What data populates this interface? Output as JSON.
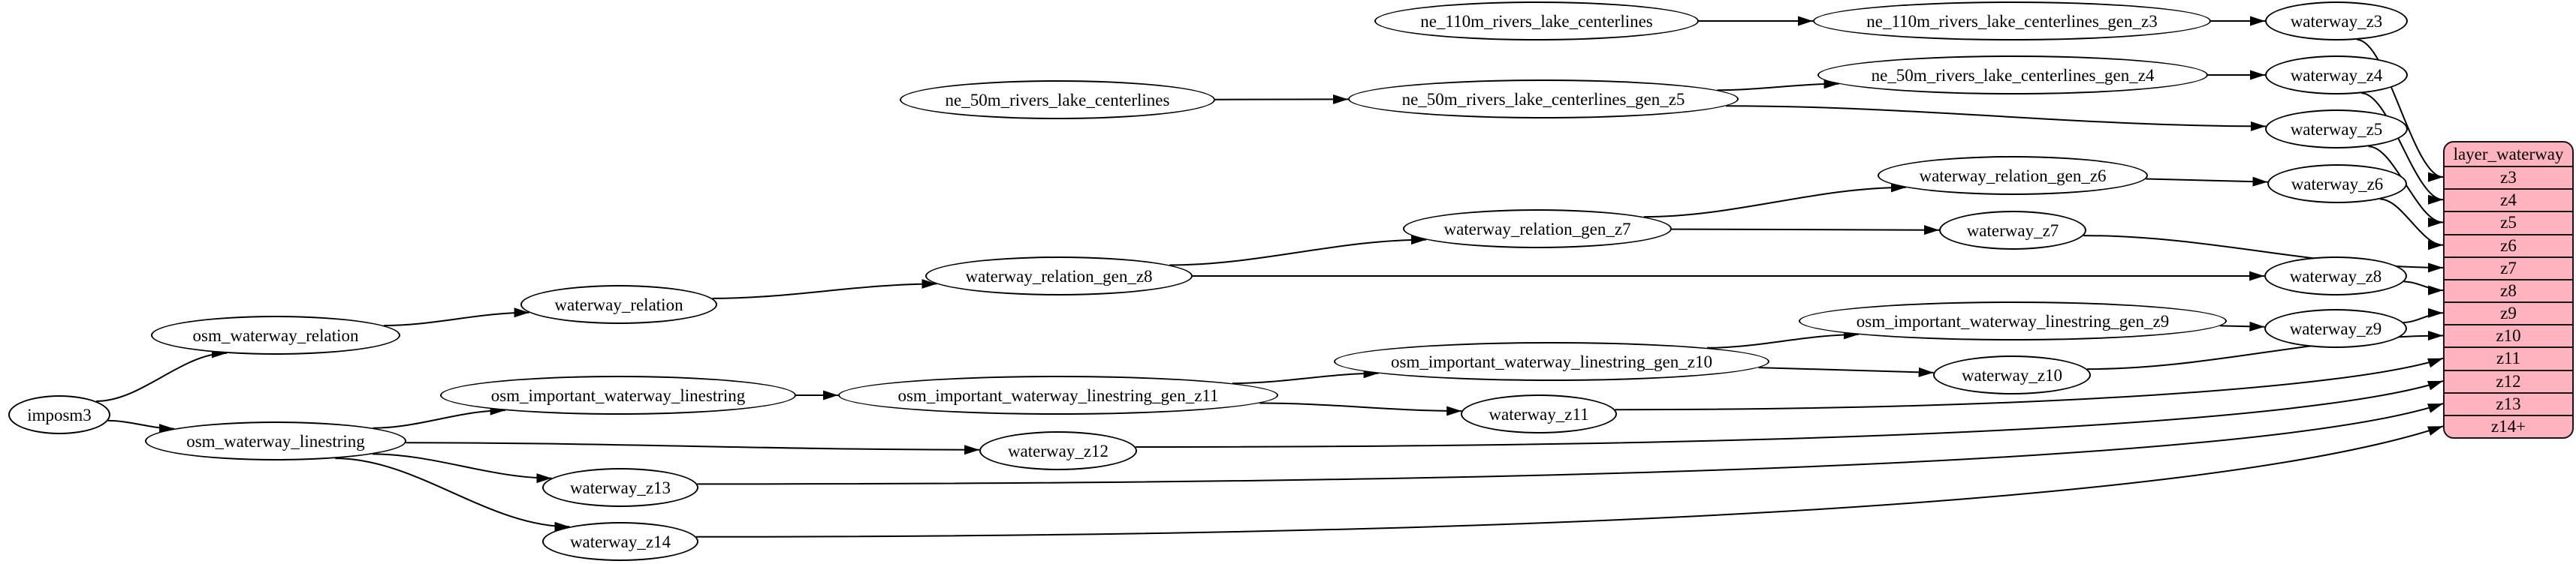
{
  "diagram": {
    "colors": {
      "background": "#ffffff",
      "node_fill": "#ffffff",
      "node_stroke": "#000000",
      "edge": "#000000"
    },
    "nodes": [
      {
        "id": "imposm3",
        "label": "imposm3"
      },
      {
        "id": "osm_waterway_relation",
        "label": "osm_waterway_relation"
      },
      {
        "id": "osm_waterway_linestring",
        "label": "osm_waterway_linestring"
      },
      {
        "id": "waterway_relation",
        "label": "waterway_relation"
      },
      {
        "id": "osm_important_waterway_linestring",
        "label": "osm_important_waterway_linestring"
      },
      {
        "id": "waterway_z13",
        "label": "waterway_z13"
      },
      {
        "id": "waterway_z14",
        "label": "waterway_z14"
      },
      {
        "id": "ne_50m_rivers_lake_centerlines",
        "label": "ne_50m_rivers_lake_centerlines"
      },
      {
        "id": "waterway_relation_gen_z8",
        "label": "waterway_relation_gen_z8"
      },
      {
        "id": "osm_important_waterway_linestring_gen_z11",
        "label": "osm_important_waterway_linestring_gen_z11"
      },
      {
        "id": "waterway_z12",
        "label": "waterway_z12"
      },
      {
        "id": "ne_110m_rivers_lake_centerlines",
        "label": "ne_110m_rivers_lake_centerlines"
      },
      {
        "id": "ne_50m_rivers_lake_centerlines_gen_z5",
        "label": "ne_50m_rivers_lake_centerlines_gen_z5"
      },
      {
        "id": "waterway_relation_gen_z7",
        "label": "waterway_relation_gen_z7"
      },
      {
        "id": "osm_important_waterway_linestring_gen_z10",
        "label": "osm_important_waterway_linestring_gen_z10"
      },
      {
        "id": "waterway_z11",
        "label": "waterway_z11"
      },
      {
        "id": "ne_110m_rivers_lake_centerlines_gen_z3",
        "label": "ne_110m_rivers_lake_centerlines_gen_z3"
      },
      {
        "id": "ne_50m_rivers_lake_centerlines_gen_z4",
        "label": "ne_50m_rivers_lake_centerlines_gen_z4"
      },
      {
        "id": "waterway_relation_gen_z6",
        "label": "waterway_relation_gen_z6"
      },
      {
        "id": "waterway_z7",
        "label": "waterway_z7"
      },
      {
        "id": "osm_important_waterway_linestring_gen_z9",
        "label": "osm_important_waterway_linestring_gen_z9"
      },
      {
        "id": "waterway_z10",
        "label": "waterway_z10"
      },
      {
        "id": "waterway_z3",
        "label": "waterway_z3"
      },
      {
        "id": "waterway_z4",
        "label": "waterway_z4"
      },
      {
        "id": "waterway_z5",
        "label": "waterway_z5"
      },
      {
        "id": "waterway_z6",
        "label": "waterway_z6"
      },
      {
        "id": "waterway_z8",
        "label": "waterway_z8"
      },
      {
        "id": "waterway_z9",
        "label": "waterway_z9"
      }
    ],
    "edges": [
      {
        "from": "ne_110m_rivers_lake_centerlines",
        "to": "ne_110m_rivers_lake_centerlines_gen_z3"
      },
      {
        "from": "ne_110m_rivers_lake_centerlines_gen_z3",
        "to": "waterway_z3"
      },
      {
        "from": "waterway_z3",
        "to": "layer_waterway",
        "row": "z3"
      },
      {
        "from": "ne_50m_rivers_lake_centerlines",
        "to": "ne_50m_rivers_lake_centerlines_gen_z5"
      },
      {
        "from": "ne_50m_rivers_lake_centerlines_gen_z5",
        "to": "ne_50m_rivers_lake_centerlines_gen_z4"
      },
      {
        "from": "ne_50m_rivers_lake_centerlines_gen_z5",
        "to": "waterway_z5"
      },
      {
        "from": "ne_50m_rivers_lake_centerlines_gen_z4",
        "to": "waterway_z4"
      },
      {
        "from": "waterway_z4",
        "to": "layer_waterway",
        "row": "z4"
      },
      {
        "from": "waterway_z5",
        "to": "layer_waterway",
        "row": "z5"
      },
      {
        "from": "waterway_relation_gen_z6",
        "to": "waterway_z6"
      },
      {
        "from": "waterway_z6",
        "to": "layer_waterway",
        "row": "z6"
      },
      {
        "from": "waterway_relation_gen_z7",
        "to": "waterway_relation_gen_z6"
      },
      {
        "from": "waterway_relation_gen_z7",
        "to": "waterway_z7"
      },
      {
        "from": "waterway_z7",
        "to": "layer_waterway",
        "row": "z7"
      },
      {
        "from": "waterway_relation_gen_z8",
        "to": "waterway_relation_gen_z7"
      },
      {
        "from": "waterway_relation_gen_z8",
        "to": "waterway_z8"
      },
      {
        "from": "waterway_z8",
        "to": "layer_waterway",
        "row": "z8"
      },
      {
        "from": "waterway_relation",
        "to": "waterway_relation_gen_z8"
      },
      {
        "from": "osm_waterway_relation",
        "to": "waterway_relation"
      },
      {
        "from": "imposm3",
        "to": "osm_waterway_relation"
      },
      {
        "from": "imposm3",
        "to": "osm_waterway_linestring"
      },
      {
        "from": "osm_waterway_linestring",
        "to": "osm_important_waterway_linestring"
      },
      {
        "from": "osm_waterway_linestring",
        "to": "waterway_z12"
      },
      {
        "from": "osm_waterway_linestring",
        "to": "waterway_z13"
      },
      {
        "from": "osm_waterway_linestring",
        "to": "waterway_z14"
      },
      {
        "from": "osm_important_waterway_linestring",
        "to": "osm_important_waterway_linestring_gen_z11"
      },
      {
        "from": "osm_important_waterway_linestring_gen_z11",
        "to": "osm_important_waterway_linestring_gen_z10"
      },
      {
        "from": "osm_important_waterway_linestring_gen_z11",
        "to": "waterway_z11"
      },
      {
        "from": "osm_important_waterway_linestring_gen_z10",
        "to": "osm_important_waterway_linestring_gen_z9"
      },
      {
        "from": "osm_important_waterway_linestring_gen_z10",
        "to": "waterway_z10"
      },
      {
        "from": "osm_important_waterway_linestring_gen_z9",
        "to": "waterway_z9"
      },
      {
        "from": "waterway_z9",
        "to": "layer_waterway",
        "row": "z9"
      },
      {
        "from": "waterway_z10",
        "to": "layer_waterway",
        "row": "z10"
      },
      {
        "from": "waterway_z11",
        "to": "layer_waterway",
        "row": "z11"
      },
      {
        "from": "waterway_z12",
        "to": "layer_waterway",
        "row": "z12"
      },
      {
        "from": "waterway_z13",
        "to": "layer_waterway",
        "row": "z13"
      },
      {
        "from": "waterway_z14",
        "to": "layer_waterway",
        "row": "z14+"
      }
    ],
    "table": {
      "title": "layer_waterway",
      "fill": "#ffb3bf",
      "stroke": "#161616",
      "text_color": "#000000",
      "rows": [
        "z3",
        "z4",
        "z5",
        "z6",
        "z7",
        "z8",
        "z9",
        "z10",
        "z11",
        "z12",
        "z13",
        "z14+"
      ]
    }
  }
}
